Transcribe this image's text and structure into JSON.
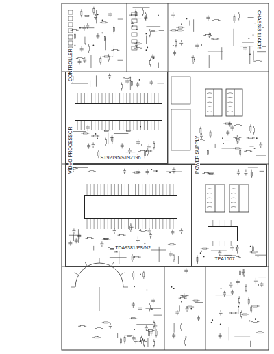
{
  "diagram": {
    "nodes": [
      {
        "text": [
          "CONTROLLER"
        ]
      },
      {
        "text": [
          "ST92195/ST92196"
        ],
        "in": 0
      },
      {
        "text": [
          "VIDEO PROCESSOR"
        ]
      },
      {
        "text": [
          "TDA9381/PS/N2"
        ],
        "in": 2
      },
      {
        "text": [
          "POWER SUPPLY"
        ]
      },
      {
        "text": [
          "TEA1507"
        ],
        "in": 4
      }
    ],
    "labels": [
      "CHASSIS 11AK19"
    ]
  }
}
